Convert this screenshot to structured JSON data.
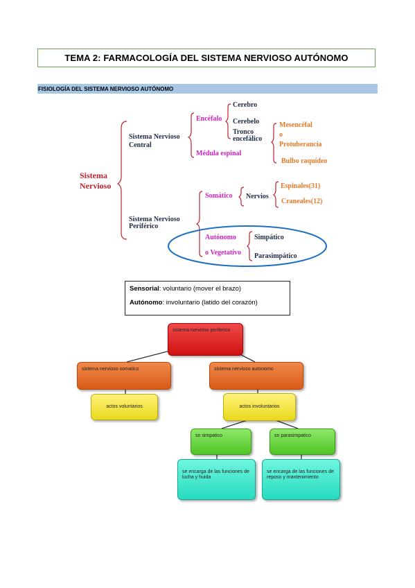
{
  "title": "TEMA 2: FARMACOLOGÍA DEL SISTEMA NERVIOSO AUTÓNOMO",
  "section": "FISIOLOGÍA DEL SISTEMA NERVIOSO AUTÓNOMO",
  "scheme": {
    "root": [
      "Sistema",
      "Nervioso"
    ],
    "snc": [
      "Sistema Nervioso",
      "Central"
    ],
    "encefalo": "Encéfalo",
    "cerebro": "Cerebro",
    "cerebelo": "Cerebelo",
    "tronco": [
      "Tronco",
      "encefálico"
    ],
    "mesencefalo": "Mesencéfal",
    "o1": "o",
    "protuberancia": "Protuberancia",
    "bulbo": "Bulbo raquídeo",
    "medula": "Médula espinal",
    "snp": [
      "Sistema Nervioso",
      "Periférico"
    ],
    "somatico": "Somático",
    "nervios": "Nervios",
    "espinales": "Espinales(31)",
    "craneales": "Craneales(12)",
    "autonomo": "Autónomo",
    "vegetativo": "o Vegetativo",
    "simpatico": "Simpático",
    "parasimpatico": "Parasimpático"
  },
  "definitions": {
    "sensorial_term": "Sensorial",
    "sensorial_text": ": voluntario (mover el brazo)",
    "autonomo_term": "Autónomo",
    "autonomo_text": ": involuntario (latido del corazón)"
  },
  "tree": {
    "root": "sistema nervioso periferico",
    "somatic": "sistema nervioso somatico",
    "autonomic": "sistema nervioso autonomo",
    "voluntary": "actos voluntarios",
    "involuntary": "actos involuntarios",
    "sympathetic": "sn simpatico",
    "parasympathetic": "sn parasimpatico",
    "sympathetic_fn": "se encarga de las funciones de lucha y huida",
    "parasympathetic_fn": "se encarga de las funciones de reposo y mantenimiento"
  },
  "colors": {
    "title_border": "#6aa84f",
    "section_bar": "#a7c7e7",
    "ellipse": "#1e6fc2",
    "brace": "#c0202a"
  }
}
